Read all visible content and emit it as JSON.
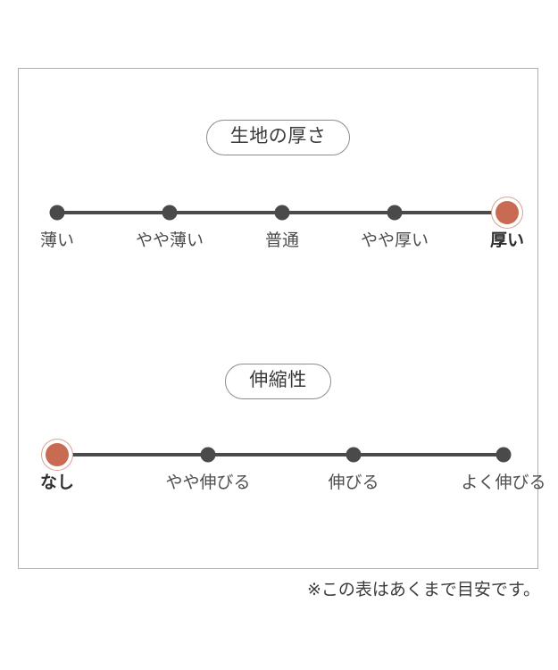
{
  "card": {
    "footnote": "※この表はあくまで目安です。"
  },
  "colors": {
    "accent": "#c96a52",
    "accent_ring": "#d8a293",
    "track": "#4a4a4a",
    "border": "#b0b0b0",
    "text": "#4d4d4d"
  },
  "chart_data": {
    "type": "scale",
    "title": "",
    "charts": [
      {
        "id": "fabric-thickness",
        "heading": "生地の厚さ",
        "categories": [
          "薄い",
          "やや薄い",
          "普通",
          "やや厚い",
          "厚い"
        ],
        "values": [
          0,
          0,
          0,
          0,
          1
        ],
        "selected_index": 4,
        "selected_label": "厚い"
      },
      {
        "id": "stretchiness",
        "heading": "伸縮性",
        "categories": [
          "なし",
          "やや伸びる",
          "伸びる",
          "よく伸びる"
        ],
        "values": [
          1,
          0,
          0,
          0
        ],
        "selected_index": 0,
        "selected_label": "なし"
      }
    ]
  }
}
